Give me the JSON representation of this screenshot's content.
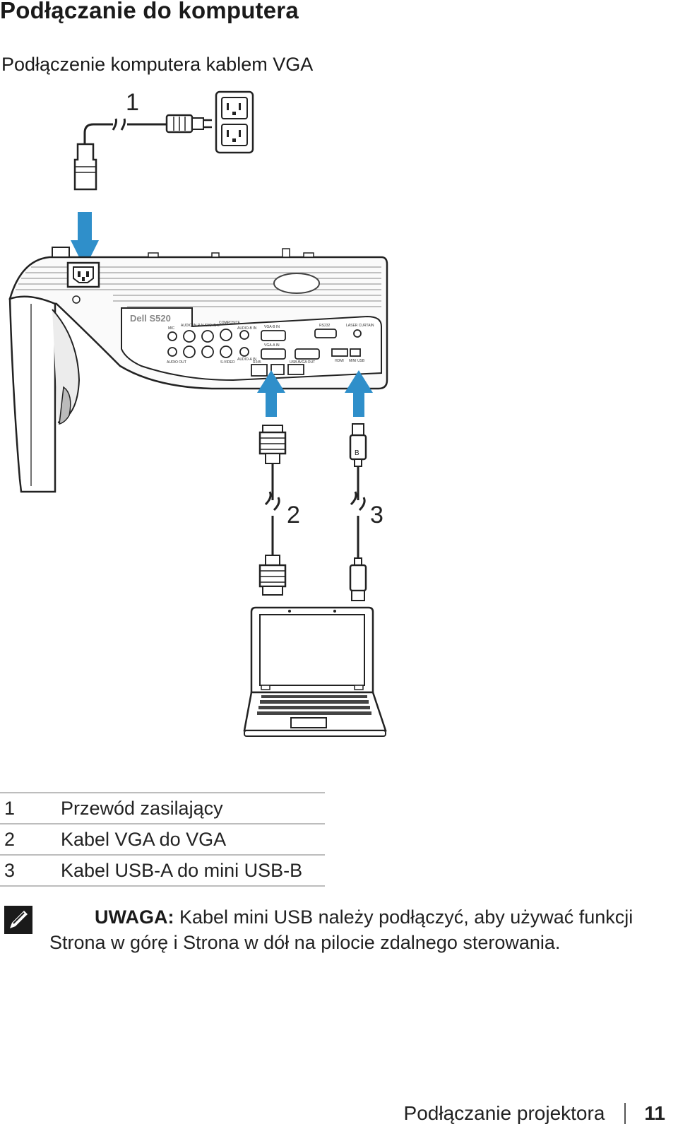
{
  "page": {
    "title": "Podłączanie do komputera",
    "section_title": "Podłączenie komputera kablem VGA"
  },
  "diagram": {
    "callouts": [
      "1",
      "2",
      "3"
    ],
    "projector_brand": "Dell S520",
    "arrow_color": "#2f8fca",
    "port_labels": {
      "mic": "MIC",
      "audio_in_r": "AUDIO IN-R",
      "audio_in_l": "AUDIO IN-L",
      "composite": "COMPOSITE",
      "audio_out": "AUDIO OUT",
      "svideo": "S-VIDEO",
      "audio_b_in": "AUDIO-B IN",
      "audio_a_in": "AUDIO-A IN",
      "vga_b_in": "VGA-B IN",
      "vga_a_in": "VGA-A IN",
      "vga_out": "VGA OUT",
      "rs232": "RS232",
      "laser_curtain": "LASER CURTAIN",
      "hdmi": "HDMI",
      "mini_usb": "MINI USB",
      "rj45": "RJ45",
      "usb_a": "USB A"
    }
  },
  "legend": [
    {
      "num": "1",
      "label": "Przewód zasilający"
    },
    {
      "num": "2",
      "label": "Kabel VGA do VGA"
    },
    {
      "num": "3",
      "label": "Kabel USB-A do mini USB-B"
    }
  ],
  "note": {
    "label": "UWAGA:",
    "text": "Kabel mini USB należy podłączyć, aby używać funkcji Strona w górę i Strona w dół na pilocie zdalnego sterowania."
  },
  "footer": {
    "section": "Podłączanie projektora",
    "page_number": "11"
  }
}
